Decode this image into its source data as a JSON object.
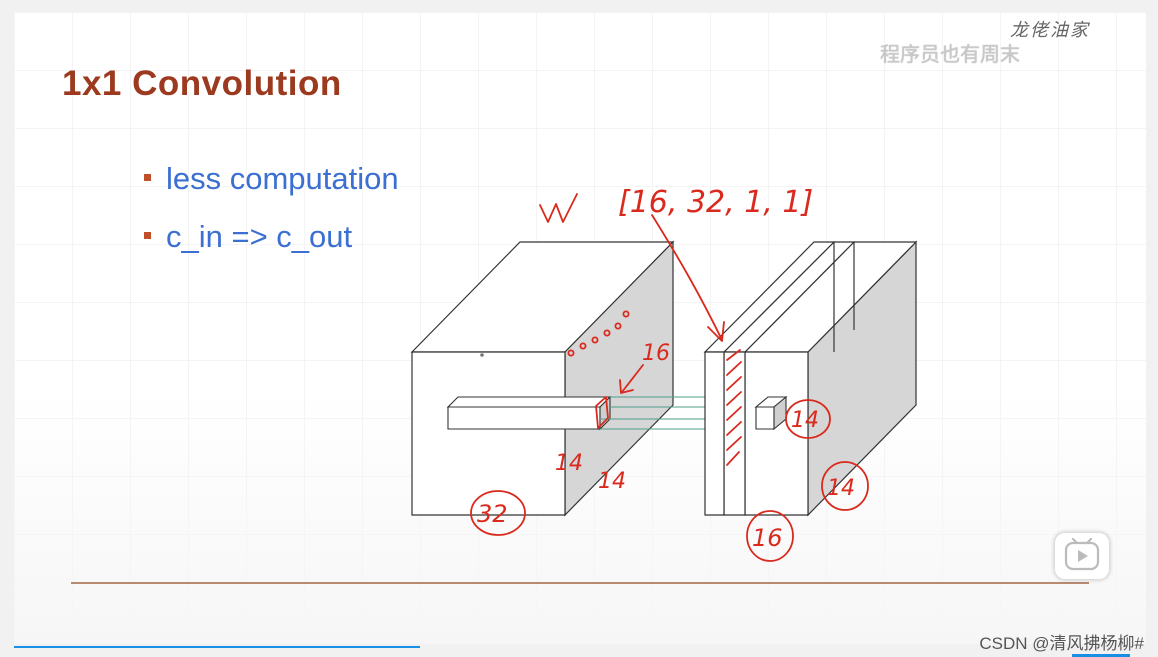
{
  "slide": {
    "title": "1x1 Convolution",
    "bullets": [
      {
        "text": "less computation"
      },
      {
        "text": "c_in => c_out"
      }
    ]
  },
  "annotations": {
    "w_label": "w",
    "w_shape": "[16, 32, 1, 1]",
    "input_channels": "32",
    "input_height": "14",
    "input_width": "14",
    "kernel_count_note": "16",
    "output_channels": "16",
    "output_height": "14",
    "output_width": "14"
  },
  "overlay": {
    "watermark_text": "程序员也有周末",
    "stamp_text": "龙佬油家",
    "credit": "CSDN @清风拂杨柳#"
  },
  "colors": {
    "title": "#9b3a1e",
    "bullet_text": "#3b6fd1",
    "bullet_marker": "#c0502a",
    "annotation": "#d92a1d",
    "face_shade": "#d6d6d6",
    "progress": "#1a8fe3"
  }
}
